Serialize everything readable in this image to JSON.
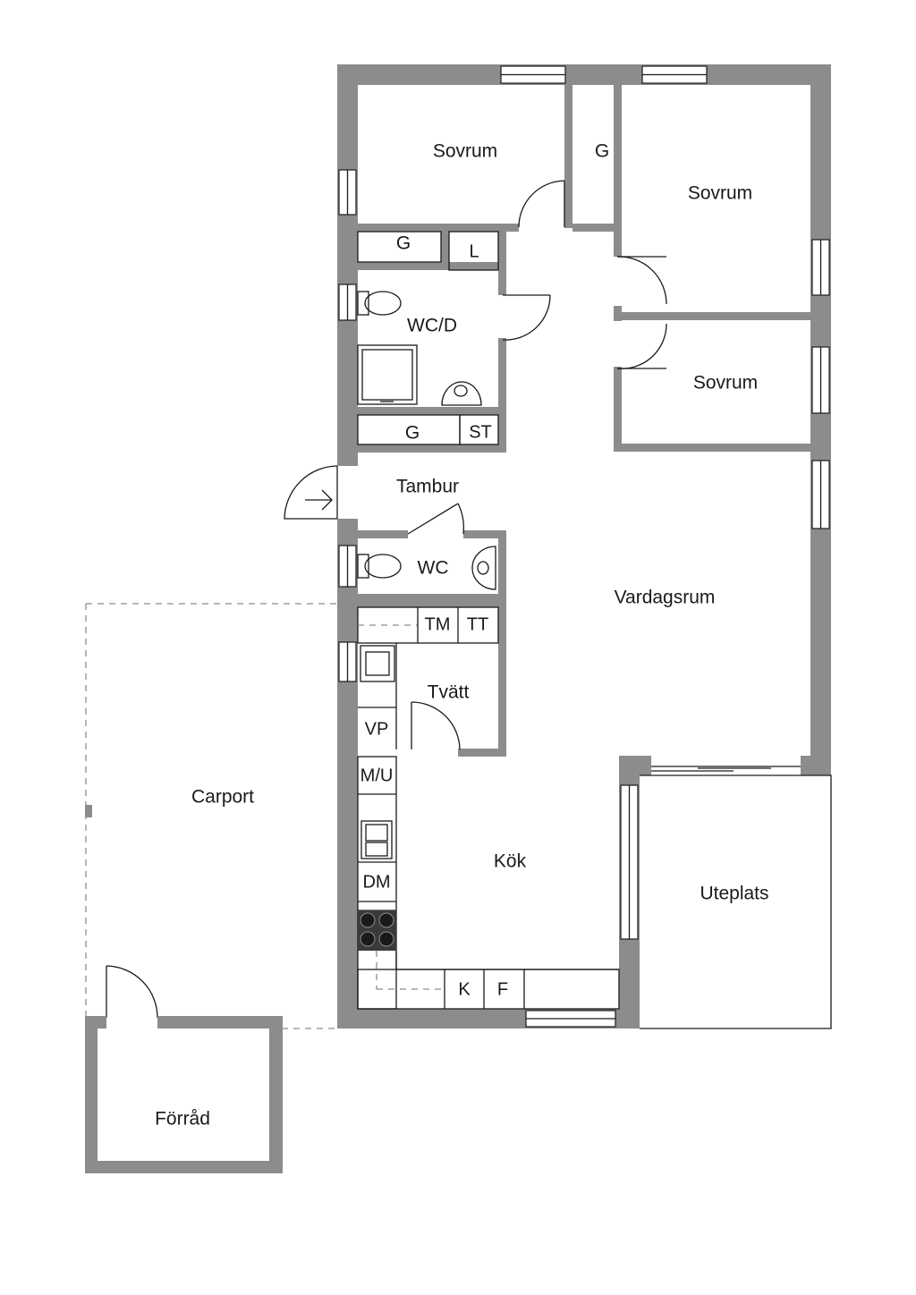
{
  "rooms": {
    "sovrum_1": "Sovrum",
    "sovrum_2": "Sovrum",
    "sovrum_3": "Sovrum",
    "garderob_1": "G",
    "garderob_2": "G",
    "garderob_3": "G",
    "linnen": "L",
    "wc_dusch": "WC/D",
    "stad": "ST",
    "tambur": "Tambur",
    "wc": "WC",
    "vardagsrum": "Vardagsrum",
    "tvattmaskin": "TM",
    "torktumlare": "TT",
    "tvatt": "Tvätt",
    "varmepump": "VP",
    "mikro_ugn": "M/U",
    "diskmaskin": "DM",
    "kok": "Kök",
    "kyl": "K",
    "frys": "F",
    "uteplats": "Uteplats",
    "carport": "Carport",
    "forrad": "Förråd"
  },
  "colors": {
    "wall": "#8c8c8c",
    "line": "#1a1a1a",
    "background": "#ffffff"
  }
}
